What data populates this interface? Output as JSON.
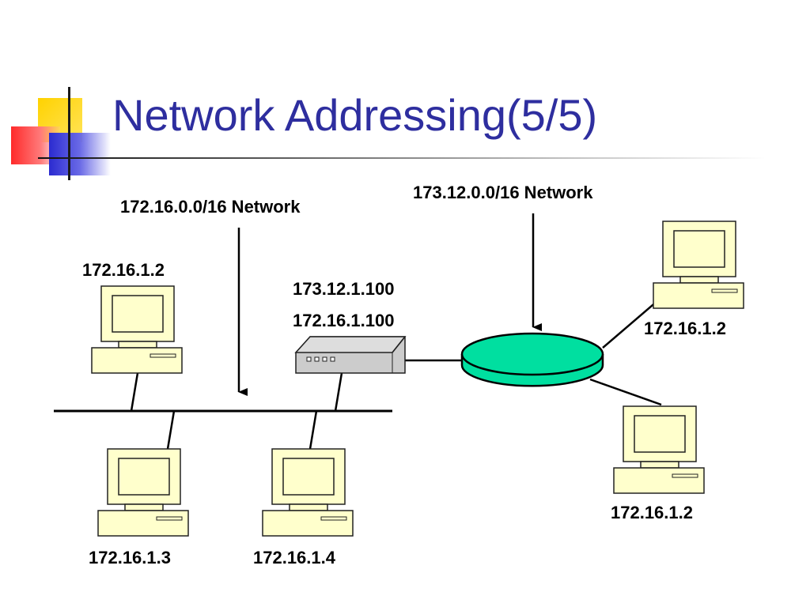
{
  "title": "Network Addressing(5/5)",
  "networks": {
    "left": "172.16.0.0/16  Network",
    "right": "173.12.0.0/16   Network"
  },
  "router": {
    "ip_external": "173.12.1.100",
    "ip_internal": "172.16.1.100"
  },
  "hosts": {
    "top_left": "172.16.1.2",
    "bottom_1": "172.16.1.3",
    "bottom_2": "172.16.1.4",
    "right_top": "172.16.1.2",
    "right_bottom": "172.16.1.2"
  },
  "colors": {
    "title": "#2e2e9f",
    "computer_fill": "#ffffcc",
    "network_disk": "#00dfa0",
    "router_body": "#cccccc"
  }
}
